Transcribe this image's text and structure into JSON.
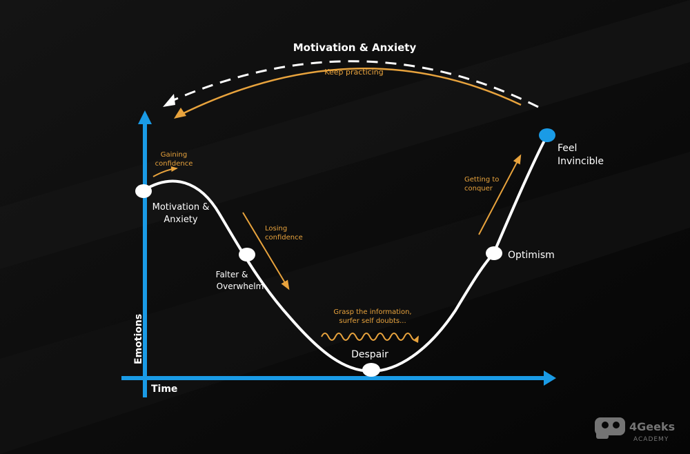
{
  "top_label": "Motivation & Anxiety",
  "loop_label": "Keep practicing",
  "axes": {
    "y_label": "Emotions",
    "x_label": "Time"
  },
  "stages": {
    "motivation": [
      "Motivation &",
      "Anxiety"
    ],
    "falter": [
      "Falter &",
      "Overwhelm"
    ],
    "despair": "Despair",
    "optimism": "Optimism",
    "invincible": [
      "Feel",
      "Invincible"
    ]
  },
  "annotations": {
    "gaining": [
      "Gaining",
      "confidence"
    ],
    "losing": [
      "Losing",
      "confidence"
    ],
    "grasp": [
      "Grasp the information,",
      "surfer self doubts..."
    ],
    "getting": [
      "Getting to",
      "conquer"
    ]
  },
  "logo": {
    "brand": "4Geeks",
    "sub": "ACADEMY"
  },
  "colors": {
    "background": "#0a0a0a",
    "axis": "#1a9be6",
    "curve": "#ffffff",
    "accent": "#e8a33d",
    "highlight": "#1a9be6"
  }
}
